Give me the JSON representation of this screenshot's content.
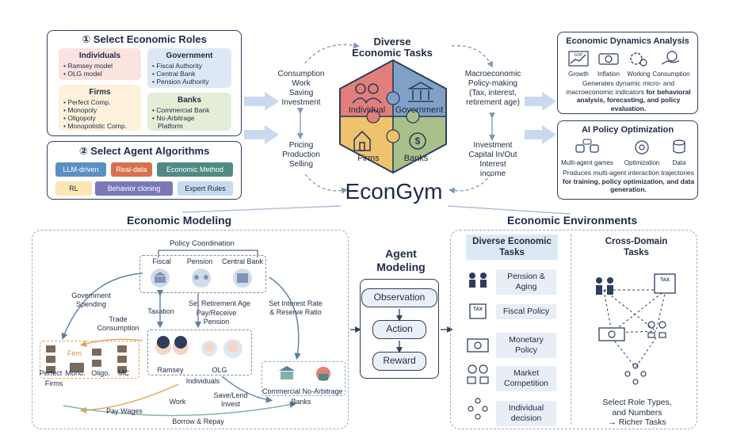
{
  "select_roles": {
    "title": "① Select Economic Roles",
    "individuals": {
      "title": "Individuals",
      "items": [
        "• Ramsey model",
        "• OLG model"
      ]
    },
    "government": {
      "title": "Government",
      "items": [
        "• Fiscal Authority",
        "• Central Bank",
        "• Pension Authority"
      ]
    },
    "firms": {
      "title": "Firms",
      "items": [
        "• Perfect Comp.",
        "• Monopoly",
        "• Oligopoly",
        "• Monopolistic Comp."
      ]
    },
    "banks": {
      "title": "Banks",
      "items": [
        "• Commercial Bank",
        "• No-Arbitrage",
        "Platform"
      ]
    }
  },
  "select_algorithms": {
    "title": "② Select Agent Algorithms",
    "tags": [
      "LLM-driven",
      "Real-data",
      "Economic Method",
      "RL",
      "Behavior cloning",
      "Expert Rules"
    ]
  },
  "center": {
    "title_line1": "Diverse",
    "title_line2": "Economic Tasks",
    "left_top": [
      "Consumption",
      "Work",
      "Saving",
      "Investment"
    ],
    "left_bottom": [
      "Pricing",
      "Production",
      "Selling"
    ],
    "right_top": [
      "Macroeconomic",
      "Policy-making",
      "(Tax, interest,",
      "retirement age)"
    ],
    "right_bottom": [
      "Investment",
      "Capital In/Out",
      "Interest",
      "income"
    ],
    "puzzle": {
      "individual": "Individual",
      "government": "Government",
      "firms": "Firms",
      "banks": "Banks"
    },
    "brand": "EconGym",
    "colors": {
      "individual": "#e27f7a",
      "government": "#7fa1c6",
      "firms": "#efc26d",
      "banks": "#a9c08a"
    }
  },
  "dynamics": {
    "title": "Economic Dynamics Analysis",
    "icons": [
      "Growth",
      "Inflation",
      "Working",
      "Consumption"
    ],
    "gdp_label": "GDP",
    "desc_plain": "Generates dynamic micro- and macroeconomic indicators ",
    "desc_bold": "for behavioral analysis, forecasting, and policy evaluation."
  },
  "ai_policy": {
    "title": "AI Policy Optimization",
    "icons": [
      "Multi-agent games",
      "Optimization",
      "Data"
    ],
    "desc_plain": "Produces multi-agent interaction trajectories ",
    "desc_bold": "for training, policy optimization, and data generation."
  },
  "econ_modeling": {
    "title": "Economic Modeling",
    "policy_coordination": "Policy Coordination",
    "fiscal": "Fiscal",
    "pension": "Pension",
    "central_bank": "Central Bank",
    "government_spending": [
      "Government",
      "Spending"
    ],
    "taxation": "Taxation",
    "set_retirement_age": "Set Retirement Age",
    "pay_receive_pension": [
      "Pay/Receive",
      "Pension"
    ],
    "set_interest_rate": [
      "Set Interest Rate",
      "& Reserve Ratio"
    ],
    "trade_consumption": [
      "Trade",
      "Consumption"
    ],
    "firm": "Firm",
    "perfect": "Perfect",
    "mono": "Mono.",
    "oligo": "Oligo.",
    "mc": "MC",
    "firms": "Firms",
    "ramsey": "Ramsey",
    "olg": "OLG",
    "individuals": "Individuals",
    "commercial": "Commercial",
    "no_arbitrage": "No-Arbitrage",
    "banks": "Banks",
    "work": "Work",
    "pay_wages": "Pay Wages",
    "save_lend": [
      "Save/Lend",
      "Invest"
    ],
    "borrow_repay": "Borrow & Repay"
  },
  "agent_modeling": {
    "title_line1": "Agent",
    "title_line2": "Modeling",
    "steps": [
      "Observation",
      "Action",
      "Reward"
    ]
  },
  "econ_env": {
    "title": "Economic Environments",
    "diverse_title": [
      "Diverse Economic",
      "Tasks"
    ],
    "diverse_items": [
      [
        "Pension &",
        "Aging"
      ],
      [
        "Fiscal Policy"
      ],
      [
        "Monetary",
        "Policy"
      ],
      [
        "Market",
        "Competition"
      ],
      [
        "Individual",
        "decision"
      ]
    ],
    "tax_label": "TAX",
    "cross_title": [
      "Cross-Domain",
      "Tasks"
    ],
    "cross_desc": [
      "Select Role Types,",
      "and Numbers",
      "→ Richer Tasks"
    ]
  }
}
